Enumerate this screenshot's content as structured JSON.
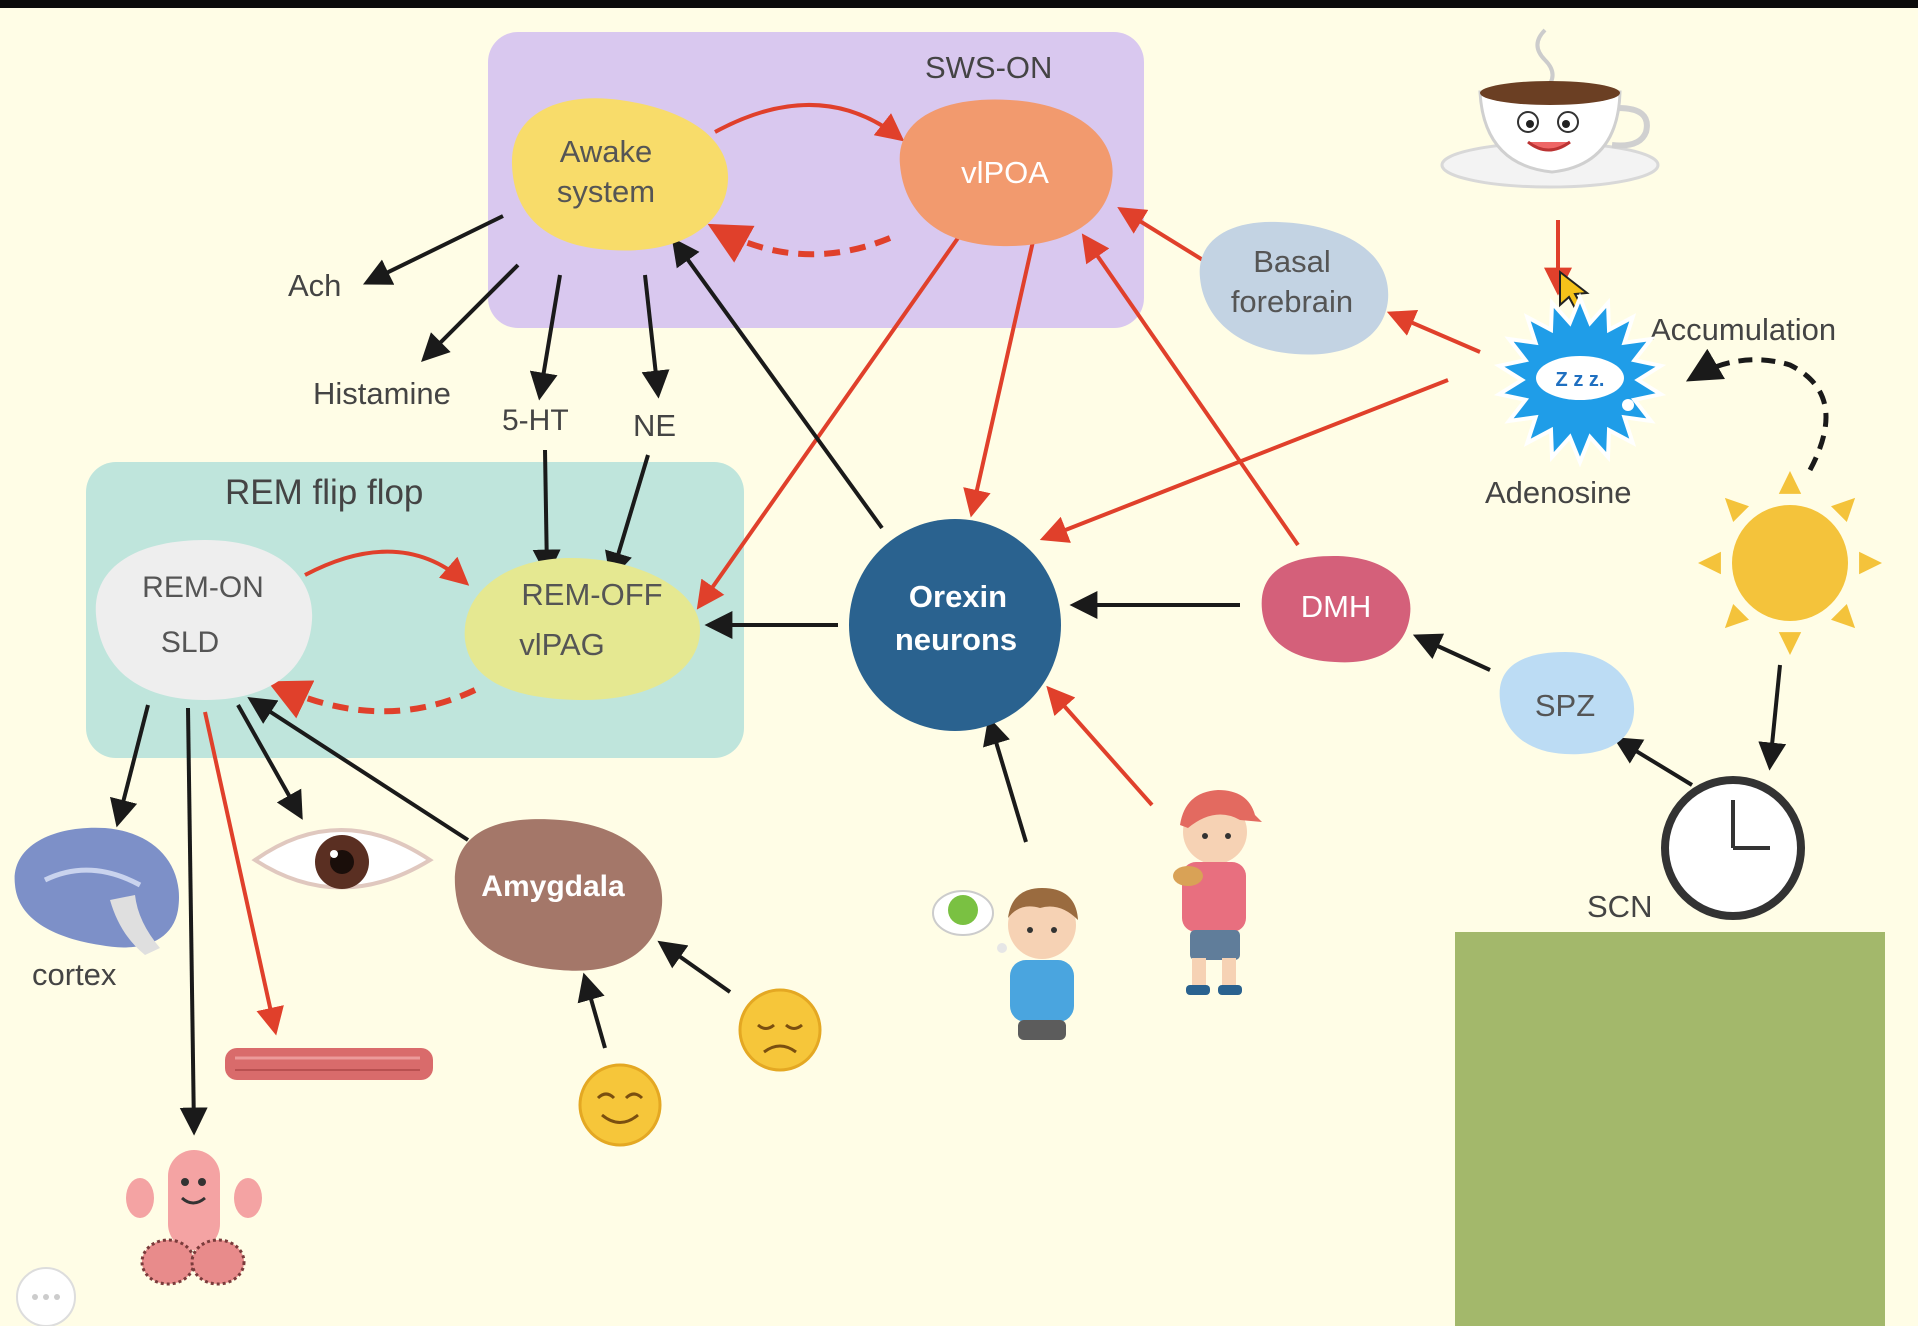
{
  "colors": {
    "background": "#fffde6",
    "black_arrow": "#1a1a1a",
    "red_arrow": "#e0402b",
    "sws_box": "#d9c8ef",
    "rem_box": "#bfe5dc",
    "awake": "#f8dc6a",
    "vlpoa": "#f29a6e",
    "rem_on": "#eeeeee",
    "rem_off": "#e5e891",
    "orexin": "#2a628f",
    "dmh": "#d4607a",
    "spz": "#bcdcf4",
    "basal": "#c3d3e3",
    "amygdala": "#a47769",
    "green_block": "#a3b86b"
  },
  "boxes": {
    "sws_on": "SWS-ON",
    "rem_flip_flop": "REM flip flop"
  },
  "nodes": {
    "awake_system": [
      "Awake",
      "system"
    ],
    "vlpoa": "vlPOA",
    "rem_on": [
      "REM-ON",
      "SLD"
    ],
    "rem_off": [
      "REM-OFF",
      "vlPAG"
    ],
    "orexin": [
      "Orexin",
      "neurons"
    ],
    "dmh": "DMH",
    "spz": "SPZ",
    "basal_forebrain": [
      "Basal",
      "forebrain"
    ],
    "amygdala": "Amygdala"
  },
  "labels": {
    "ach": "Ach",
    "histamine": "Histamine",
    "serotonin": "5-HT",
    "ne": "NE",
    "accumulation": "Accumulation",
    "adenosine": "Adenosine",
    "adenosine_zzz": "Z z z.",
    "scn": "SCN",
    "cortex": "cortex"
  },
  "icons": {
    "coffee": "coffee-cup-icon",
    "adenosine": "adenosine-starburst-icon",
    "sun": "sun-icon",
    "clock": "clock-icon",
    "brain": "brain-icon",
    "eye": "eye-icon",
    "muscle": "muscle-icon",
    "genital": "genital-icon",
    "happy": "happy-face-icon",
    "sad": "sad-face-icon",
    "hungry_boy": "hungry-boy-icon",
    "eating_boy": "eating-boy-icon",
    "cursor": "mouse-cursor-icon",
    "chat": "chat-bubble-icon"
  }
}
